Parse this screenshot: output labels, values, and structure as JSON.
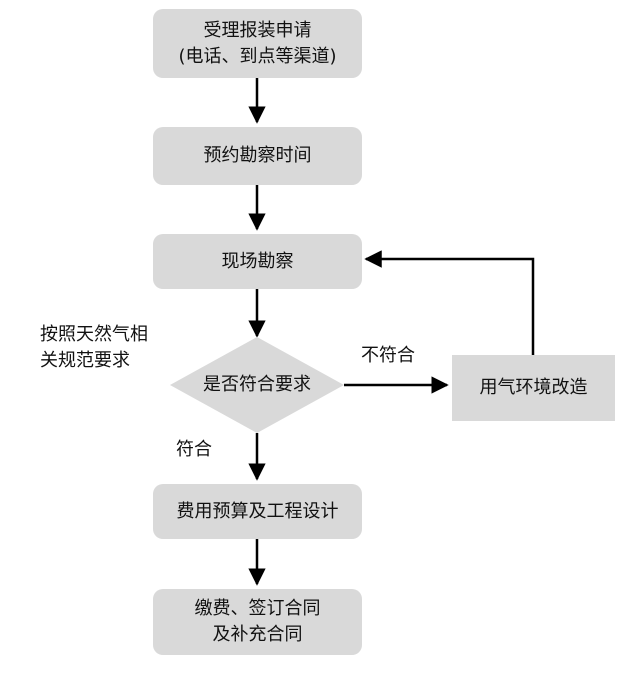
{
  "nodes": {
    "accept_application": {
      "line1": "受理报装申请",
      "line2": "(电话、到点等渠道)"
    },
    "schedule_survey": {
      "text": "预约勘察时间"
    },
    "site_survey": {
      "text": "现场勘察"
    },
    "compliance_check": {
      "text": "是否符合要求"
    },
    "gas_renovation": {
      "text": "用气环境改造"
    },
    "budget_design": {
      "text": "费用预算及工程设计"
    },
    "payment_contract": {
      "line1": "缴费、签订合同",
      "line2": "及补充合同"
    }
  },
  "annotations": {
    "standard_note": {
      "line1": "按照天然气相",
      "line2": "关规范要求"
    },
    "not_compliant": "不符合",
    "compliant": "符合"
  },
  "colors": {
    "box_fill": "#d9d9d9",
    "arrow": "#000000",
    "text": "#111111"
  }
}
